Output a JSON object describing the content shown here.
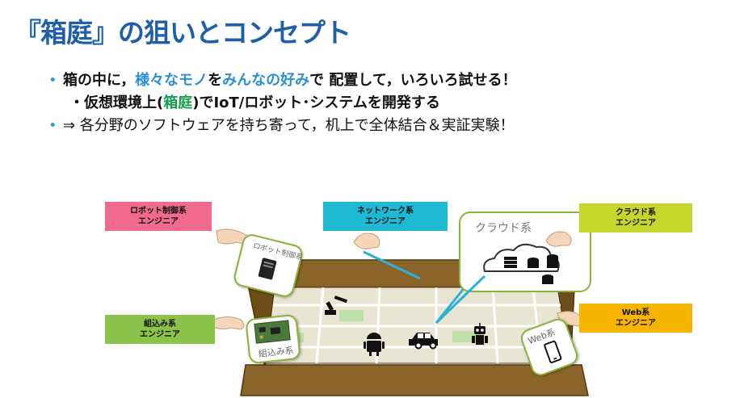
{
  "title": "『箱庭』の狙いとコンセプト",
  "bullets": {
    "b1_part1": "箱の中に，",
    "b1_part2": "様々なモノ",
    "b1_part3": "を",
    "b1_part4": "みんなの好み",
    "b1_part5": "で 配置して，いろいろ試せる！",
    "b2_part1": "・仮想環境上(",
    "b2_part2": "箱庭",
    "b2_part3": ")でIoT/ロボット･システムを開発する",
    "b3": "⇒ 各分野のソフトウェアを持ち寄って，机上で全体結合＆実証実験！"
  },
  "engineers": {
    "robot": {
      "line1": "ロボット制御系",
      "line2": "エンジニア",
      "color": "#f06b8e"
    },
    "network": {
      "line1": "ネットワーク系",
      "line2": "エンジニア",
      "color": "#1fb9d4"
    },
    "cloud": {
      "line1": "クラウド系",
      "line2": "エンジニア",
      "color": "#c5d62a"
    },
    "embedded": {
      "line1": "組込み系",
      "line2": "エンジニア",
      "color": "#8bc34a"
    },
    "web": {
      "line1": "Web系",
      "line2": "エンジニア",
      "color": "#f7b500"
    }
  },
  "tiles": {
    "robot": "ロボット制御系",
    "embedded": "組込み系",
    "web": "Web系",
    "cloud": "クラウド系"
  },
  "colors": {
    "title": "#1f5fa8",
    "accent_blue": "#2c8fd6",
    "accent_green": "#17a04c",
    "box_wood": "#7a5a1e",
    "map_bg": "#e8e4d4"
  }
}
